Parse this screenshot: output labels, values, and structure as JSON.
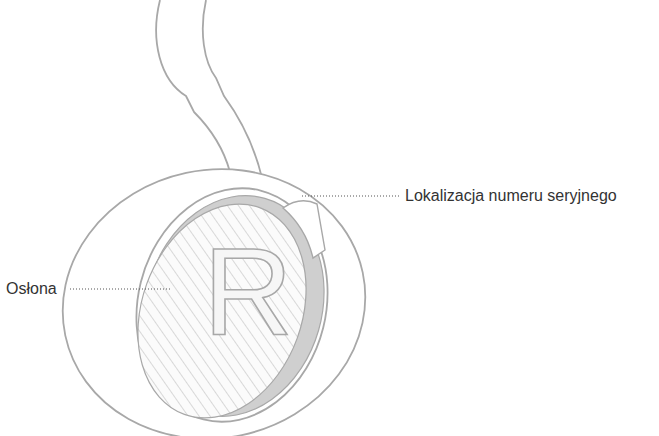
{
  "diagram": {
    "labels": [
      "R",
      "Lokalizacja numeru seryjnego",
      "Osłona"
    ]
  }
}
